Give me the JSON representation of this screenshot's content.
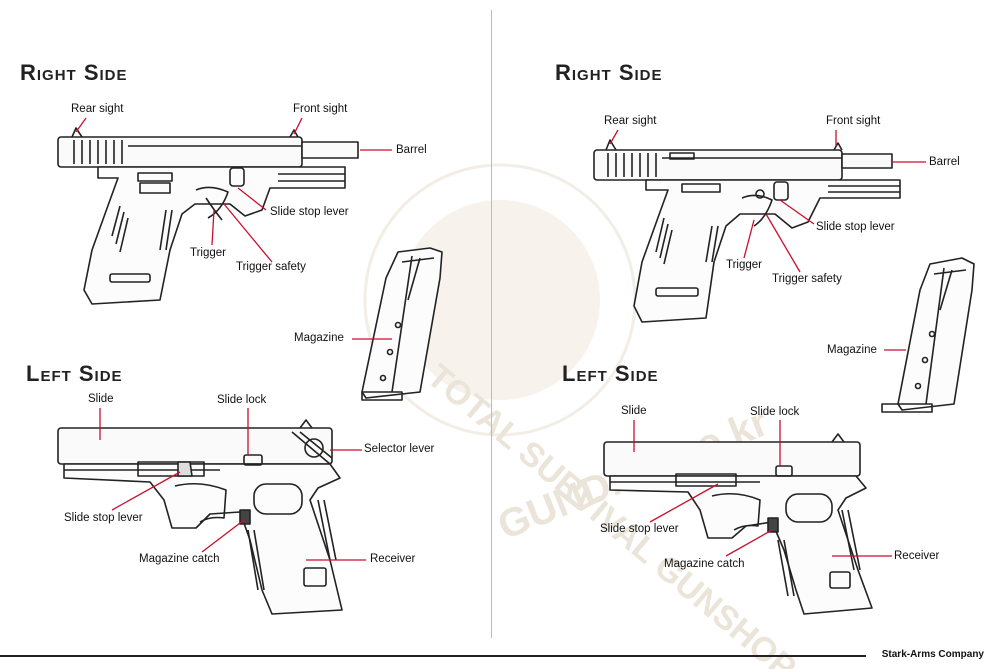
{
  "colors": {
    "leader": "#c8102e",
    "ink": "#222222",
    "watermark": "#f1ebe0"
  },
  "watermark": {
    "ring_text": "TOTAL SURVIVAL GUNSHOP",
    "brand_text": "GUNDAM.co.kr"
  },
  "left_panel": {
    "right_side": {
      "heading": "Right Side",
      "labels": {
        "rear_sight": "Rear sight",
        "front_sight": "Front sight",
        "barrel": "Barrel",
        "slide_stop_lever": "Slide stop lever",
        "trigger": "Trigger",
        "trigger_safety": "Trigger safety",
        "magazine": "Magazine"
      }
    },
    "left_side": {
      "heading": "Left Side",
      "labels": {
        "slide": "Slide",
        "slide_lock": "Slide lock",
        "selector_lever": "Selector lever",
        "slide_stop_lever": "Slide stop lever",
        "magazine_catch": "Magazine catch",
        "receiver": "Receiver"
      }
    }
  },
  "right_panel": {
    "right_side": {
      "heading": "Right Side",
      "labels": {
        "rear_sight": "Rear sight",
        "front_sight": "Front sight",
        "barrel": "Barrel",
        "slide_stop_lever": "Slide stop lever",
        "trigger": "Trigger",
        "trigger_safety": "Trigger safety",
        "magazine": "Magazine"
      }
    },
    "left_side": {
      "heading": "Left Side",
      "labels": {
        "slide": "Slide",
        "slide_lock": "Slide lock",
        "slide_stop_lever": "Slide stop lever",
        "magazine_catch": "Magazine catch",
        "receiver": "Receiver"
      }
    }
  },
  "footer": {
    "company": "Stark-Arms Company"
  }
}
